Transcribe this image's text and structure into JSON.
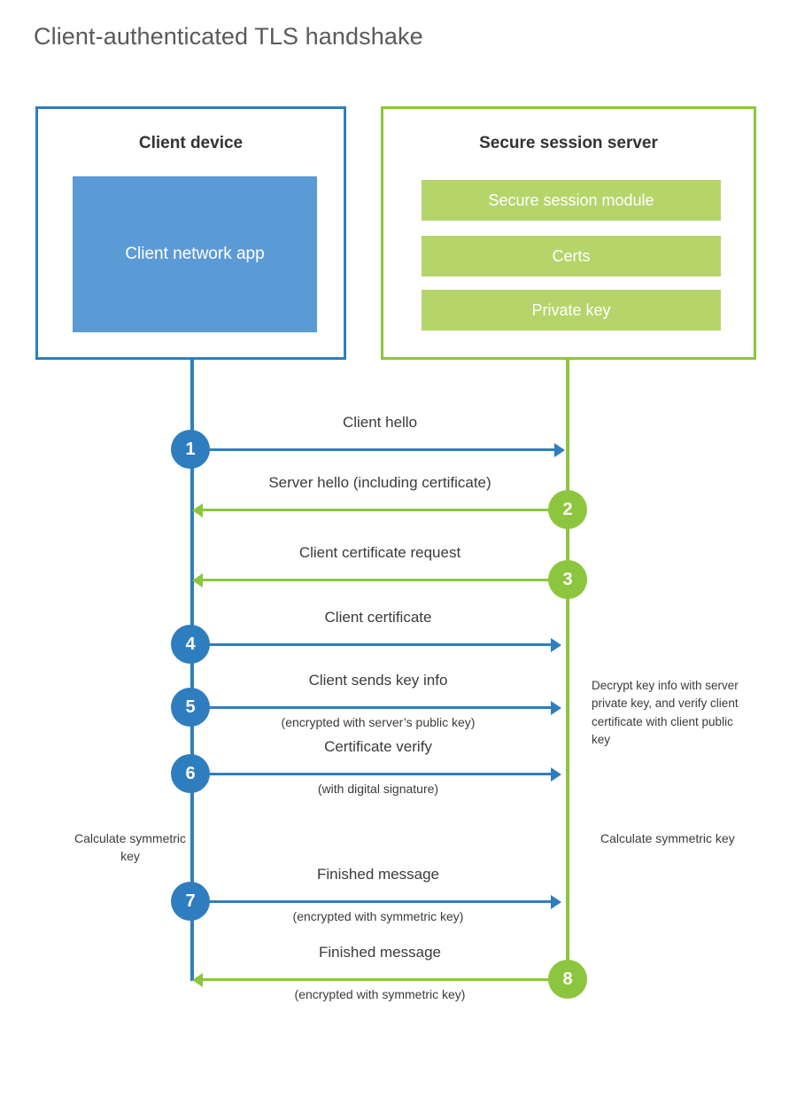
{
  "title": "Client-authenticated TLS handshake",
  "colors": {
    "client_blue": "#2E7EBF",
    "server_green": "#8CC63E",
    "client_app_fill": "#5B9BD5",
    "server_item_fill": "#B5D56A",
    "title_gray": "#5A5A5A",
    "text_dark": "#3B3B3B",
    "background": "#FFFFFF"
  },
  "client": {
    "title": "Client device",
    "app_label": "Client network app"
  },
  "server": {
    "title": "Secure session server",
    "items": [
      {
        "label": "Secure session module"
      },
      {
        "label": "Certs"
      },
      {
        "label": "Private key"
      }
    ]
  },
  "steps": [
    {
      "number": "1",
      "label": "Client hello",
      "sublabel": "",
      "direction": "client-to-server",
      "color": "blue"
    },
    {
      "number": "2",
      "label": "Server hello (including certificate)",
      "sublabel": "",
      "direction": "server-to-client",
      "color": "green"
    },
    {
      "number": "3",
      "label": "Client certificate request",
      "sublabel": "",
      "direction": "server-to-client",
      "color": "green"
    },
    {
      "number": "4",
      "label": "Client certificate",
      "sublabel": "",
      "direction": "client-to-server",
      "color": "blue"
    },
    {
      "number": "5",
      "label": "Client sends key info",
      "sublabel": "(encrypted with server’s public key)",
      "direction": "client-to-server",
      "color": "blue"
    },
    {
      "number": "6",
      "label": "Certificate verify",
      "sublabel": "(with digital signature)",
      "direction": "client-to-server",
      "color": "blue"
    },
    {
      "number": "7",
      "label": "Finished message",
      "sublabel": "(encrypted with symmetric key)",
      "direction": "client-to-server",
      "color": "blue"
    },
    {
      "number": "8",
      "label": "Finished message",
      "sublabel": "(encrypted with symmetric key)",
      "direction": "server-to-client",
      "color": "green"
    }
  ],
  "annotations": {
    "server_decrypt": "Decrypt key info with server private key, and verify client certificate with client public key",
    "client_calculate": "Calculate symmetric key",
    "server_calculate": "Calculate symmetric key"
  }
}
